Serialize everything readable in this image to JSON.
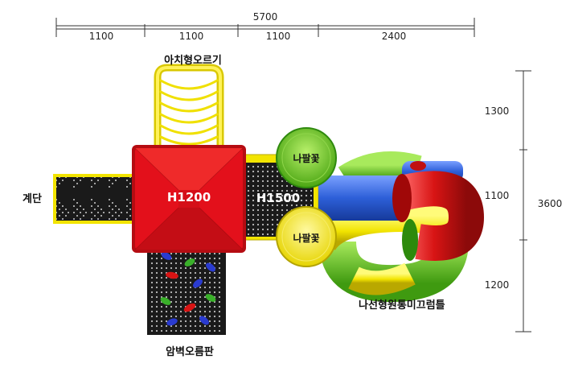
{
  "dimensions": {
    "total_width": "5700",
    "segments": [
      "1100",
      "1100",
      "1100",
      "2400"
    ],
    "total_depth": "3600",
    "depth_segments": [
      "1300",
      "1100",
      "1200"
    ]
  },
  "labels": {
    "arch_climber": "아치형오르기",
    "stairs": "계단",
    "deck_main": "H1200",
    "deck_second": "H1500",
    "trumpet_top": "나팔꽃",
    "trumpet_bottom": "나팔꽃",
    "spiral_tube": "나선형원통미끄럼틀",
    "climbing_wall": "암벽오름판"
  },
  "colors": {
    "deck_red": "#e3101b",
    "panel_black": "#1a1a1a",
    "frame_yellow": "#f2e400",
    "trumpet_green": "#6cc81e",
    "tube_blue": "#2d5fd8",
    "tube_red": "#d81414"
  }
}
